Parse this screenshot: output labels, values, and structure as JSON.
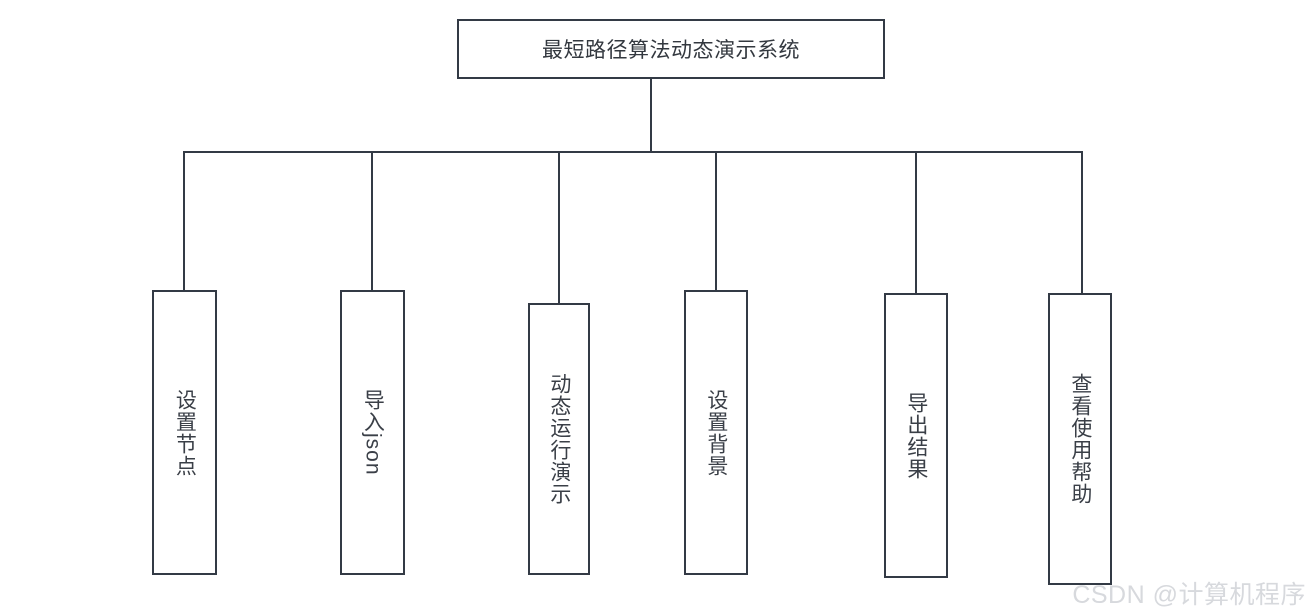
{
  "diagram": {
    "type": "tree-hierarchy",
    "orientation": "top-down",
    "root": {
      "label": "最短路径算法动态演示系统"
    },
    "children": [
      {
        "label": "设置节点"
      },
      {
        "label": "导入json"
      },
      {
        "label": "动态运行演示"
      },
      {
        "label": "设置背景"
      },
      {
        "label": "导出结果"
      },
      {
        "label": "查看使用帮助"
      }
    ]
  },
  "watermark": {
    "text": "CSDN @计算机程序"
  },
  "colors": {
    "stroke": "#333a45",
    "text": "#3a3f47",
    "background": "#ffffff",
    "watermark": "#d7d9dd"
  }
}
